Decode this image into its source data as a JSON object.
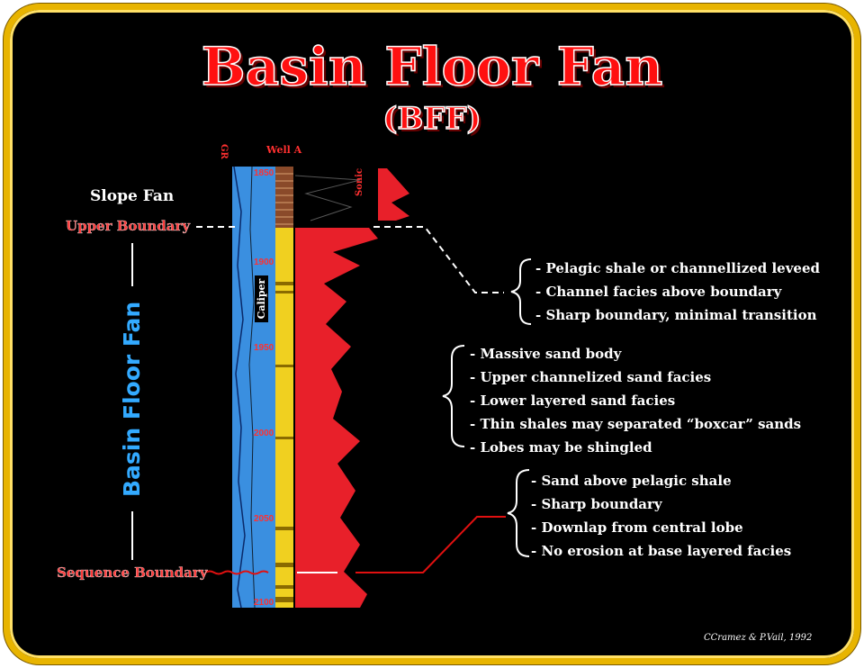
{
  "title": "Basin Floor Fan",
  "subtitle": "(BFF)",
  "log": {
    "gr_label": "GR",
    "well_label": "Well A",
    "sonic_label": "Sonic",
    "caliper_label": "Caliper",
    "depths": [
      "1850",
      "1900",
      "1950",
      "2000",
      "2050",
      "2100"
    ]
  },
  "left": {
    "slope_fan": "Slope Fan",
    "upper_boundary": "Upper Boundary",
    "basin_floor_fan": "Basin Floor Fan",
    "sequence_boundary": "Sequence Boundary"
  },
  "groups": {
    "upper": [
      "- Pelagic shale or channellized leveed",
      "- Channel facies above boundary",
      "- Sharp boundary, minimal transition"
    ],
    "middle": [
      "- Massive sand body",
      "- Upper channelized sand facies",
      "- Lower layered sand facies",
      "- Thin shales may separated  “boxcar” sands",
      "- Lobes may be shingled"
    ],
    "lower": [
      "- Sand above pelagic shale",
      "- Sharp boundary",
      "- Downlap from central lobe",
      "- No erosion at base layered facies"
    ]
  },
  "credit": "CCramez & P.Vail, 1992",
  "colors": {
    "frame": "#e8b400",
    "title": "#ff1010",
    "gr_log": "#3a8fe0",
    "sonic_log": "#e8202a",
    "sand": "#f0d020",
    "basin_floor_label": "#33aaff"
  }
}
